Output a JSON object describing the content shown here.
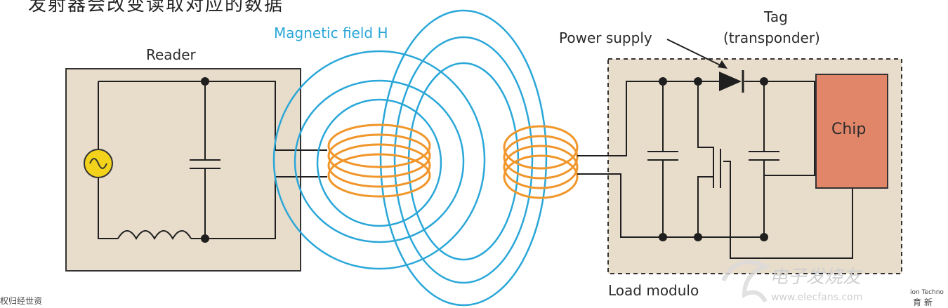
{
  "header_cut_text": "发射器会改变读取对应的数据",
  "labels": {
    "reader": "Reader",
    "magnetic_field": "Magnetic field H",
    "power_supply": "Power supply",
    "tag_line1": "Tag",
    "tag_line2": "(transponder)",
    "chip": "Chip",
    "load_modulation": "Load modulo"
  },
  "watermarks": {
    "left_fragment": "权归经世资",
    "logo_cn": "电子发烧友",
    "logo_url": "www.elecfans.com",
    "right_fragment_en": "ion Techno",
    "right_fragment_cn": "育 新"
  },
  "colors": {
    "panel_fill": "#e8dccb",
    "wire": "#1f1f1f",
    "field_lines": "#2aa7d8",
    "coil": "#f0962a",
    "chip_fill": "#e2866a",
    "ac_source": "#f2d21b"
  },
  "icons": [
    "ac-source-icon",
    "capacitor-icon",
    "inductor-icon",
    "diode-icon",
    "mosfet-icon",
    "coil-icon"
  ]
}
